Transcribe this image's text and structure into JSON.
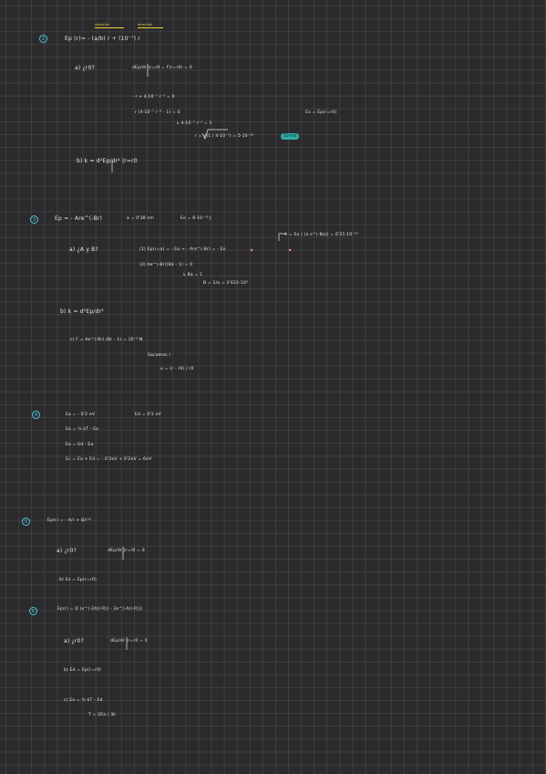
{
  "problems": [
    {
      "number": "2",
      "header": "Ep (r)= - (a/b) r + (10⁻⁷) r",
      "annotations": [
        "repulsión",
        "atracción"
      ],
      "lines": [
        "a) ¿r0?",
        "dEp/dr |r=r0 = F(r=r0) = 0",
        "- r  +  4·10⁻⁷ r⁻³ = 0",
        "r (4·10⁻⁷ r⁻⁴ - 1) = 0",
        "Eo = Ep(r=r0)",
        "↳ 4·10⁻⁷ r⁻⁴ = 1",
        "r = √(1 / 4·10⁻⁷)  =  5·10⁻¹⁰",
        "b)   k = d²Ep/dr² |r=r0"
      ],
      "highlight": "50 nm"
    },
    {
      "number": "3",
      "header": "Ep = - Are^(-Br)",
      "given": [
        "a = 0'38 nm",
        "Eo = 8·10⁻¹⁹ J"
      ],
      "lines": [
        "a) ¿A  y  B?",
        "(1) Ep(r=a) = - Eo  →  - Are^(-Br) = - Eo",
        "A = Eo / (a e^(-Ba))  = 6'21·10⁻¹⁹",
        "(2) Ae^(-Br)(Ba - 1) = 0",
        "↳ Ba = 1",
        "B = 1/a = 2'632·10⁹",
        "b)   k = d²Ep/dr²",
        "c)   F = Ae^(-Br) (Br - 1) = 10⁻⁹ N",
        "Sacamos  r",
        "u = (r - r0) / r0"
      ]
    },
    {
      "number": "4",
      "header": "Ea = - 0'2 eV",
      "given": [
        "Ed = 0'2 eV"
      ],
      "lines": [
        "Ea = ½ kT - Eo",
        "Ea = Ed - Ea",
        "Ec = Ea + Ed = - 0'2eV + 0'2eV = 6eV"
      ]
    },
    {
      "number": "5",
      "header": "Ep(r) = - A/r + B/r¹²",
      "lines": [
        "a) ¿r0?",
        "dEp/dr |r=r0 = 0",
        "b) Eo = Ep(r=r0)"
      ]
    },
    {
      "number": "6",
      "header": "Ep(r) = D (e^(-2A(r-R)) - 2e^(-A(r-R)))",
      "lines": [
        "a) ¿r0?",
        "dEp/dr |r=r0 = 0",
        "b) Ed = Ep(r=r0)",
        "c) Ea = ½ kT - Ed",
        "T = 2Ea / 3k"
      ]
    }
  ],
  "colors": {
    "background": "#2b2b2d",
    "number_circle": "#4fc6d8",
    "annotation": "#e8cf3a",
    "highlight": "#2fa9a0",
    "accent_pink": "#f08abb"
  }
}
